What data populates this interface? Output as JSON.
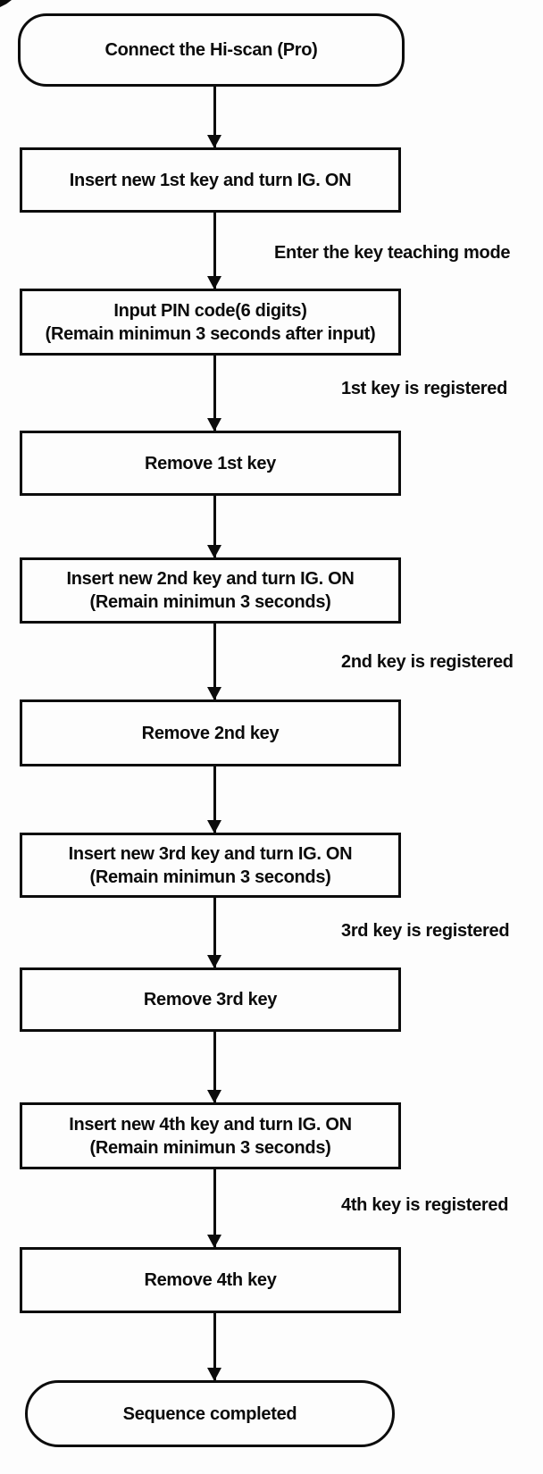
{
  "diagram": {
    "type": "flowchart",
    "colors": {
      "ink": "#0c0c0c",
      "background": "#fdfdfd"
    },
    "nodes": [
      {
        "id": "start",
        "type": "terminal",
        "line1": "Connect the Hi-scan (Pro)",
        "line2": ""
      },
      {
        "id": "insert-1st-key",
        "type": "process",
        "line1": "Insert new 1st key and turn IG. ON",
        "line2": ""
      },
      {
        "id": "input-pin-code",
        "type": "process",
        "line1": "Input PIN code(6 digits)",
        "line2": "(Remain minimun 3 seconds after input)"
      },
      {
        "id": "remove-1st-key",
        "type": "process",
        "line1": "Remove 1st key",
        "line2": ""
      },
      {
        "id": "insert-2nd-key",
        "type": "process",
        "line1": "Insert new 2nd key and turn IG. ON",
        "line2": "(Remain minimun 3 seconds)"
      },
      {
        "id": "remove-2nd-key",
        "type": "process",
        "line1": "Remove 2nd key",
        "line2": ""
      },
      {
        "id": "insert-3rd-key",
        "type": "process",
        "line1": "Insert new 3rd key and turn IG. ON",
        "line2": "(Remain minimun 3 seconds)"
      },
      {
        "id": "remove-3rd-key",
        "type": "process",
        "line1": "Remove 3rd key",
        "line2": ""
      },
      {
        "id": "insert-4th-key",
        "type": "process",
        "line1": "Insert new 4th key and turn IG. ON",
        "line2": "(Remain minimun 3 seconds)"
      },
      {
        "id": "remove-4th-key",
        "type": "process",
        "line1": "Remove 4th key",
        "line2": ""
      },
      {
        "id": "end",
        "type": "terminal",
        "line1": "Sequence completed",
        "line2": ""
      }
    ],
    "edge_labels": [
      "Enter the key teaching mode",
      "1st key is registered",
      "2nd key is registered",
      "3rd key is registered",
      "4th key is registered"
    ]
  }
}
